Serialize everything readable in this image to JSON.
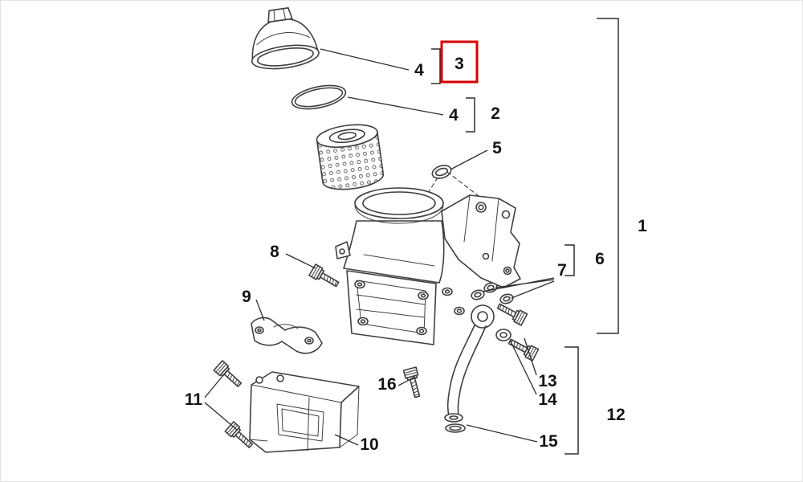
{
  "diagram": {
    "type": "exploded-parts-diagram",
    "description": "Oil filter housing exploded parts view",
    "line_color": "#3f3f3f",
    "label_color": "#141414",
    "highlight_color": "#d60000",
    "highlighted_part": "3",
    "callouts": {
      "cap_kit": "4",
      "cap": "3",
      "seal_kit": "4",
      "seal": "2",
      "oring": "5",
      "assembly": "1",
      "bolt8": "8",
      "group6": "6",
      "washers7": "7",
      "bracket9": "9",
      "bolt13": "13",
      "washer14": "14",
      "bolt16": "16",
      "bolts11": "11",
      "pipe12": "12",
      "gasket15": "15",
      "cover10": "10"
    }
  }
}
